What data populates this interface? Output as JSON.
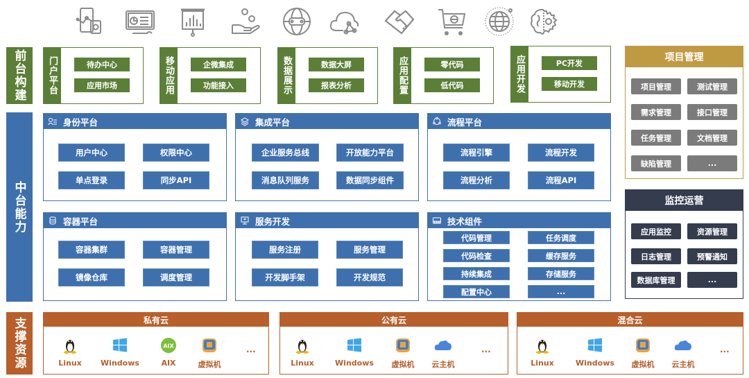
{
  "colors": {
    "front_green": "#5b7f37",
    "middle_blue": "#3f70ae",
    "project_gold": "#c09a43",
    "project_btn_gray": "#7b7b7b",
    "monitor_navy": "#343c4e",
    "support_orange": "#b85f2b",
    "icon_gray": "#8a8a8a"
  },
  "top_icons": [
    {
      "name": "mobile-app-icon"
    },
    {
      "name": "monitor-dashboard-icon"
    },
    {
      "name": "presentation-chart-icon"
    },
    {
      "name": "hand-coins-icon"
    },
    {
      "name": "globe-car-icon"
    },
    {
      "name": "cloud-network-icon"
    },
    {
      "name": "handshake-icon"
    },
    {
      "name": "shopping-cart-icon"
    },
    {
      "name": "world-globe-icon"
    },
    {
      "name": "brain-gear-icon"
    }
  ],
  "layers": {
    "front": "前台构建",
    "middle": "中台能力",
    "support": "支撑资源"
  },
  "front_groups": [
    {
      "label": "门户平台",
      "items": [
        "待办中心",
        "应用市场"
      ]
    },
    {
      "label": "移动应用",
      "items": [
        "企微集成",
        "功能接入"
      ]
    },
    {
      "label": "数据展示",
      "items": [
        "数据大屏",
        "报表分析"
      ]
    },
    {
      "label": "应用配置",
      "items": [
        "零代码",
        "低代码"
      ]
    },
    {
      "label": "应用开发",
      "items": [
        "PC开发",
        "移动开发"
      ]
    }
  ],
  "middle_panels": [
    {
      "title": "身份平台",
      "icon": "user-list-icon",
      "items": [
        "用户中心",
        "权限中心",
        "单点登录",
        "同步API"
      ]
    },
    {
      "title": "集成平台",
      "icon": "layers-icon",
      "items": [
        "企业服务总线",
        "开放能力平台",
        "消息队列服务",
        "数据同步组件"
      ]
    },
    {
      "title": "流程平台",
      "icon": "flow-cycle-icon",
      "items": [
        "流程引擎",
        "流程开发",
        "流程分析",
        "流程API"
      ]
    },
    {
      "title": "容器平台",
      "icon": "database-icon",
      "items": [
        "容器集群",
        "容器管理",
        "镜像仓库",
        "调度管理"
      ]
    },
    {
      "title": "服务开发",
      "icon": "desktop-icon",
      "items": [
        "服务注册",
        "服务管理",
        "开发脚手架",
        "开发规范"
      ]
    },
    {
      "title": "技术组件",
      "icon": "component-box-icon",
      "items": [
        "代码管理",
        "任务调度",
        "代码检查",
        "缓存服务",
        "持续集成",
        "存储服务",
        "配置中心",
        "..."
      ]
    }
  ],
  "project_mgmt": {
    "title": "项目管理",
    "items": [
      "项目管理",
      "测试管理",
      "需求管理",
      "接口管理",
      "任务管理",
      "文档管理",
      "缺陷管理",
      "..."
    ]
  },
  "monitoring": {
    "title": "监控运营",
    "items": [
      "应用监控",
      "资源管理",
      "日志管理",
      "预警通知",
      "数据库管理",
      "..."
    ]
  },
  "clouds": [
    {
      "title": "私有云",
      "resources": [
        {
          "label": "Linux",
          "icon": "linux-penguin-icon"
        },
        {
          "label": "Windows",
          "icon": "windows-logo-icon"
        },
        {
          "label": "AIX",
          "icon": "aix-logo-icon"
        },
        {
          "label": "虚拟机",
          "icon": "virtual-machine-icon"
        }
      ],
      "more": "..."
    },
    {
      "title": "公有云",
      "resources": [
        {
          "label": "Linux",
          "icon": "linux-penguin-icon"
        },
        {
          "label": "Windows",
          "icon": "windows-logo-icon"
        },
        {
          "label": "虚拟机",
          "icon": "virtual-machine-icon"
        },
        {
          "label": "云主机",
          "icon": "cloud-host-icon"
        }
      ],
      "more": "..."
    },
    {
      "title": "混合云",
      "resources": [
        {
          "label": "Linux",
          "icon": "linux-penguin-icon"
        },
        {
          "label": "Windows",
          "icon": "windows-logo-icon"
        },
        {
          "label": "虚拟机",
          "icon": "virtual-machine-icon"
        },
        {
          "label": "云主机",
          "icon": "cloud-host-icon"
        }
      ],
      "more": "..."
    }
  ]
}
